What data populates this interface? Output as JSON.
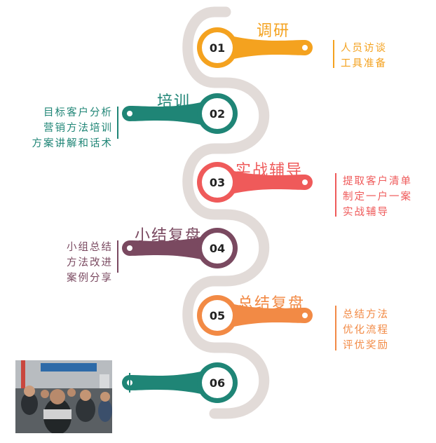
{
  "steps": [
    {
      "number": "01",
      "title": "调研",
      "lines": [
        "人员访谈",
        "工具准备"
      ],
      "color": "#f4a21f"
    },
    {
      "number": "02",
      "title": "培训",
      "lines": [
        "目标客户分析",
        "营销方法培训",
        "方案讲解和话术"
      ],
      "color": "#1f8576"
    },
    {
      "number": "03",
      "title": "实战辅导",
      "lines": [
        "提取客户清单",
        "制定一户一案",
        "实战辅导"
      ],
      "color": "#ef5a5a"
    },
    {
      "number": "04",
      "title": "小结复盘",
      "lines": [
        "小组总结",
        "方法改进",
        "案例分享"
      ],
      "color": "#7a4960"
    },
    {
      "number": "05",
      "title": "总结复盘",
      "lines": [
        "总结方法",
        "优化流程",
        "评优奖励"
      ],
      "color": "#f28a45"
    },
    {
      "number": "06",
      "title": "",
      "lines": [],
      "color": "#1f8576"
    }
  ],
  "colors": {
    "path": "#e2dbd8",
    "photo_banner": "#2d6aa8"
  }
}
